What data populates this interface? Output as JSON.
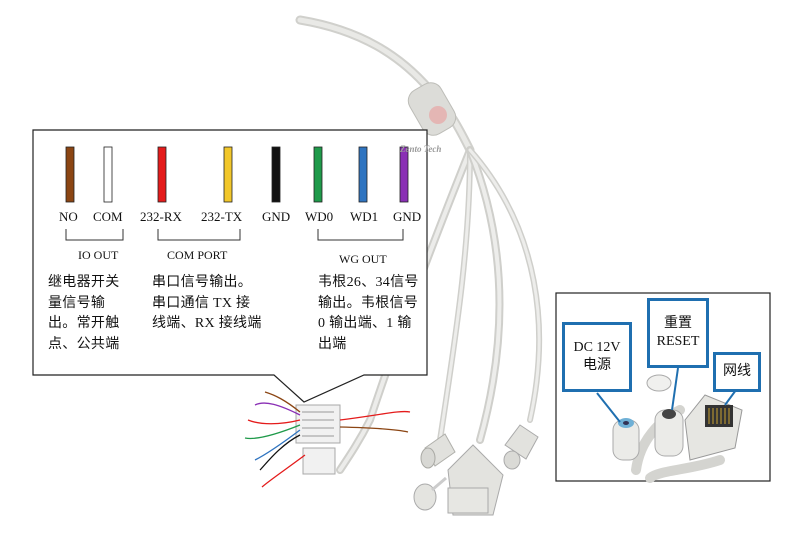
{
  "wires": [
    {
      "label": "NO",
      "color": "#8B4513"
    },
    {
      "label": "COM",
      "color": "#ffffff"
    },
    {
      "label": "232-RX",
      "color": "#e41b1b"
    },
    {
      "label": "232-TX",
      "color": "#f2c72a"
    },
    {
      "label": "GND",
      "color": "#111111"
    },
    {
      "label": "WD0",
      "color": "#1f9a4a"
    },
    {
      "label": "WD1",
      "color": "#2f74c0"
    },
    {
      "label": "GND",
      "color": "#8a2fb5"
    }
  ],
  "groups": {
    "io": {
      "title": "IO OUT",
      "desc": "继电器开关量信号输出。常开触点、公共端"
    },
    "com": {
      "title": "COM PORT",
      "desc": "串口信号输出。串口通信 TX 接线端、RX 接线端"
    },
    "wg": {
      "title": "WG OUT",
      "desc": "韦根26、34信号输出。韦根信号 0 输出端、1 输出端"
    }
  },
  "connectors": {
    "dc": {
      "line1": "DC 12V",
      "line2": "电源"
    },
    "reset": {
      "line1": "重置",
      "line2": "RESET"
    },
    "net": {
      "label": "网线"
    }
  },
  "watermark": "Zento Tech"
}
